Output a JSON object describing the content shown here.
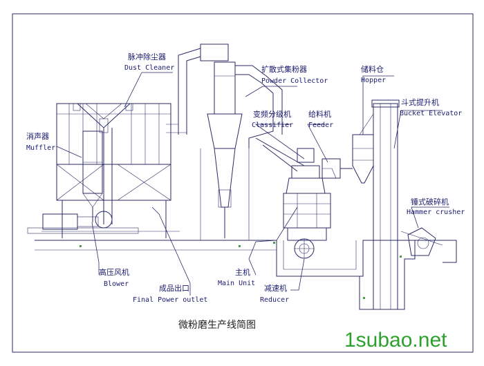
{
  "labels": {
    "dust_cleaner": {
      "cn": "脉冲除尘器",
      "en": "Dust Cleaner"
    },
    "powder_collector": {
      "cn": "扩散式集粉器",
      "en": "Powder Collector"
    },
    "hopper": {
      "cn": "储料仓",
      "en": "Hopper"
    },
    "bucket_elevator": {
      "cn": "斗式提升机",
      "en": "Bucket Elevator"
    },
    "classifier": {
      "cn": "变频分级机",
      "en": "Classifier"
    },
    "feeder": {
      "cn": "给料机",
      "en": "Feeder"
    },
    "muffler": {
      "cn": "消声器",
      "en": "Muffler"
    },
    "hammer_crusher": {
      "cn": "锤式破碎机",
      "en": "Hammer crusher"
    },
    "blower": {
      "cn": "高压风机",
      "en": "Blower"
    },
    "main_unit": {
      "cn": "主机",
      "en": "Main Unit"
    },
    "final_power_outlet": {
      "cn": "成品出口",
      "en": "Final Power outlet"
    },
    "reducer": {
      "cn": "减速机",
      "en": "Reducer"
    }
  },
  "caption": "微粉磨生产线简图",
  "watermark": "1subao.net",
  "colors": {
    "line": "#2a2a66",
    "label": "#1a1a6e",
    "watermark": "#2ea02e"
  }
}
